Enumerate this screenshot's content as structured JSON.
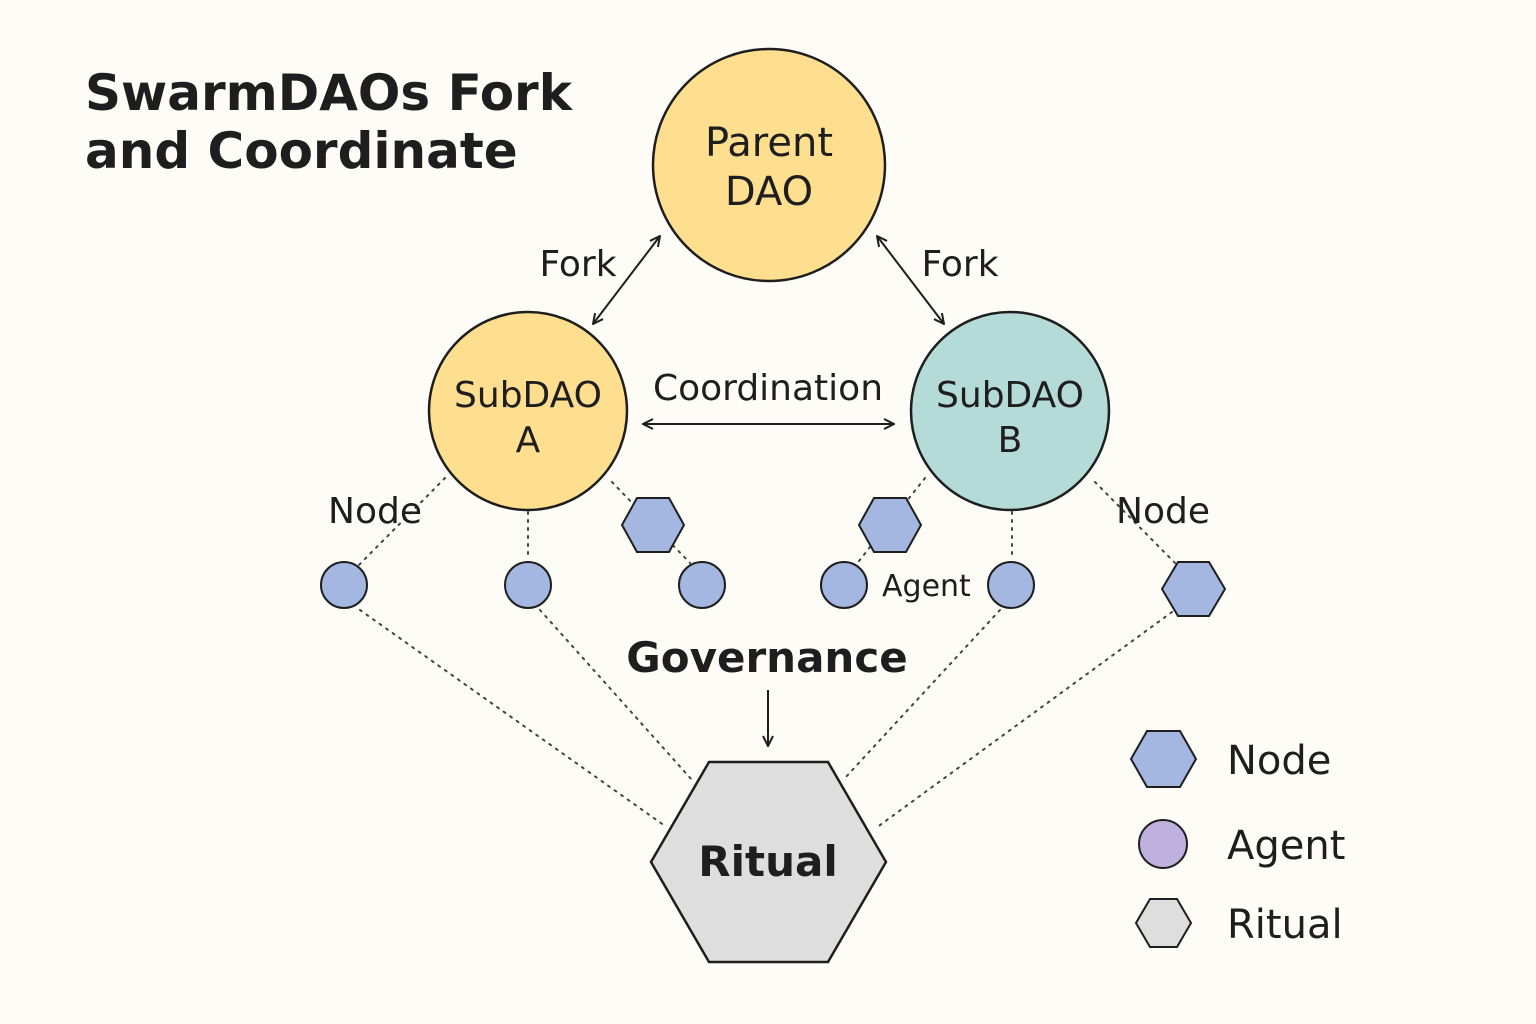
{
  "title": {
    "line1": "SwarmDAOs Fork",
    "line2": "and Coordinate"
  },
  "colors": {
    "background": "#fdfcf7",
    "dao_yellow": "#fddf8f",
    "subdao_b_teal": "#b5dbd8",
    "node_blue": "#a3b7e0",
    "agent_purple": "#bfb0de",
    "ritual_gray": "#dedede",
    "stroke": "#1e1e1e"
  },
  "parent": {
    "line1": "Parent",
    "line2": "DAO"
  },
  "subdao_a": {
    "line1": "SubDAO",
    "line2": "A"
  },
  "subdao_b": {
    "line1": "SubDAO",
    "line2": "B"
  },
  "labels": {
    "fork_left": "Fork",
    "fork_right": "Fork",
    "coordination": "Coordination",
    "node_left": "Node",
    "node_right": "Node",
    "agent": "Agent",
    "governance": "Governance"
  },
  "ritual": {
    "label": "Ritual"
  },
  "legend": {
    "items": [
      {
        "label": "Node",
        "icon": "hexagon-node-icon"
      },
      {
        "label": "Agent",
        "icon": "circle-agent-icon"
      },
      {
        "label": "Ritual",
        "icon": "hexagon-ritual-icon"
      }
    ]
  }
}
